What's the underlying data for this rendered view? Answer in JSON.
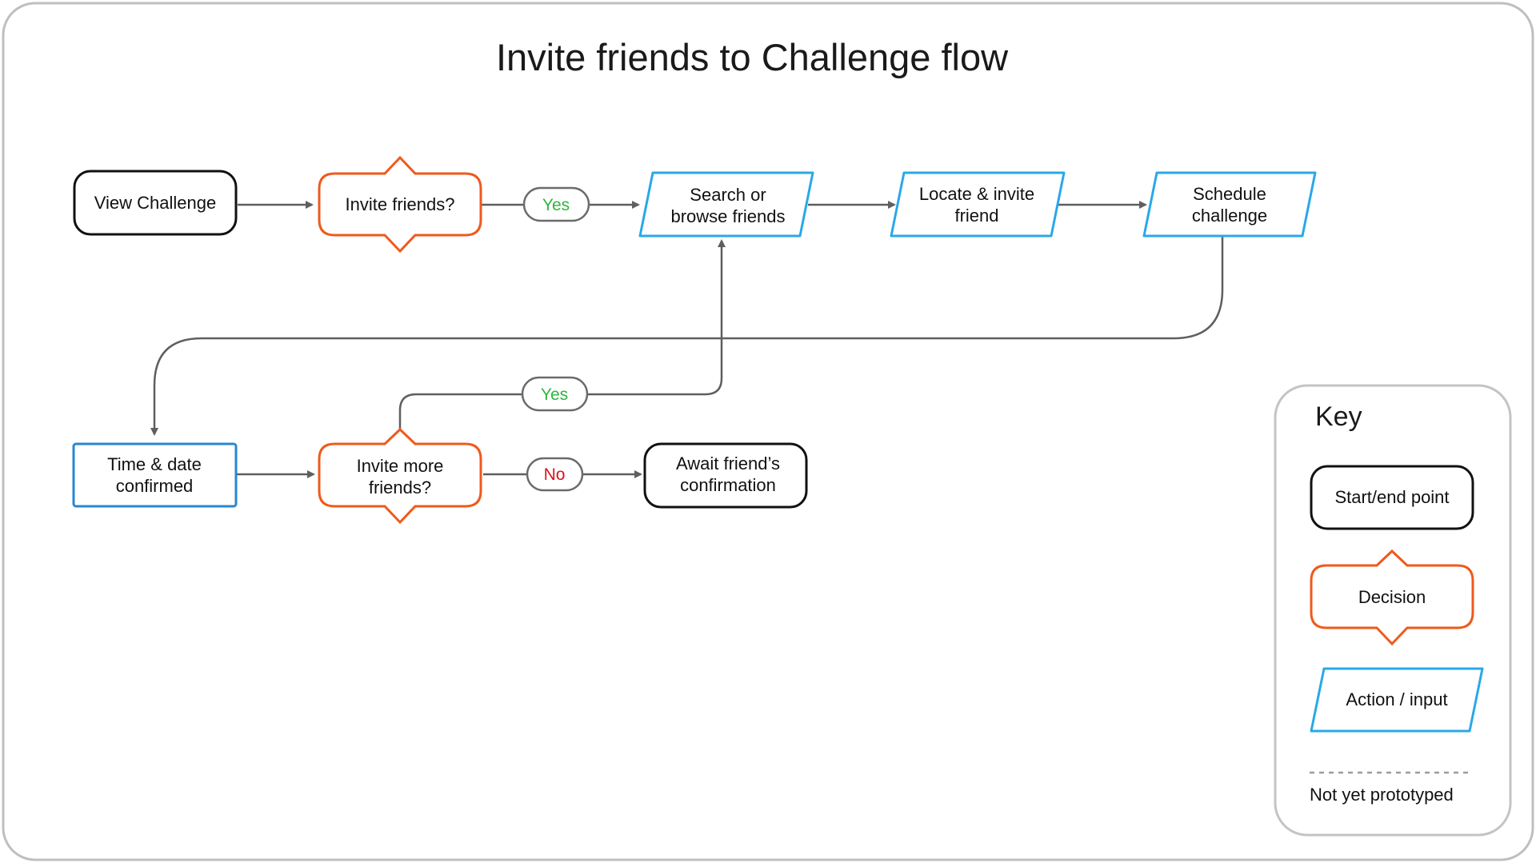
{
  "title": "Invite friends to Challenge flow",
  "colors": {
    "start_end_stroke": "#111111",
    "decision_stroke": "#ee5a1c",
    "action_stroke": "#29a8e8",
    "confirmed_stroke": "#2a86cf",
    "edge_stroke": "#5f5f5f",
    "yes": "#2db83d",
    "no": "#d9141e",
    "frame": "#bfbfbf"
  },
  "nodes": {
    "view_challenge": {
      "lines": [
        "View Challenge"
      ]
    },
    "invite_friends": {
      "lines": [
        "Invite friends?"
      ]
    },
    "search_browse": {
      "lines": [
        "Search or",
        "browse friends"
      ]
    },
    "locate_invite": {
      "lines": [
        "Locate & invite",
        "friend"
      ]
    },
    "schedule": {
      "lines": [
        "Schedule",
        "challenge"
      ]
    },
    "time_date": {
      "lines": [
        "Time & date",
        "confirmed"
      ]
    },
    "invite_more": {
      "lines": [
        "Invite more",
        "friends?"
      ]
    },
    "await": {
      "lines": [
        "Await friend’s",
        "confirmation"
      ]
    }
  },
  "edge_labels": {
    "yes_1": "Yes",
    "yes_2": "Yes",
    "no": "No"
  },
  "key": {
    "title": "Key",
    "start_end": "Start/end point",
    "decision": "Decision",
    "action": "Action / input",
    "not_prototyped": "Not yet prototyped"
  }
}
